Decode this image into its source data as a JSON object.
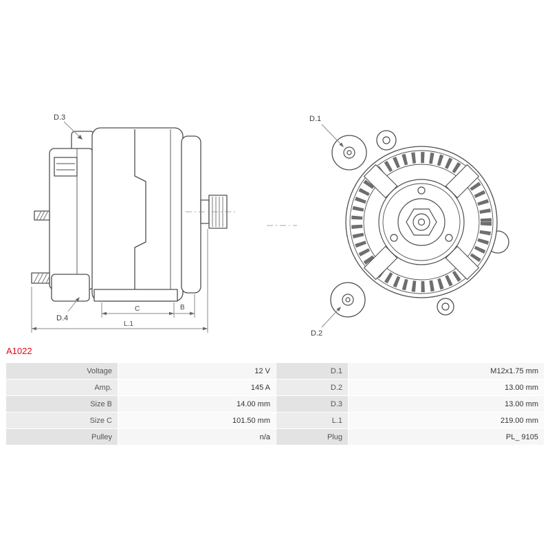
{
  "part_number": "A1022",
  "colors": {
    "accent_red": "#e30613",
    "line_art": "#4d4d4d",
    "dimension_lines": "#8a8a8a",
    "table_label_bg": "#e3e3e3",
    "table_value_bg": "#f6f6f6"
  },
  "diagram": {
    "labels": {
      "d1": "D.1",
      "d2": "D.2",
      "d3": "D.3",
      "d4": "D.4",
      "b": "B",
      "c": "C",
      "l1": "L.1"
    }
  },
  "specs": {
    "rows": [
      {
        "label": "Voltage",
        "value": "12 V",
        "label2": "D.1",
        "value2": "M12x1.75 mm"
      },
      {
        "label": "Amp.",
        "value": "145 A",
        "label2": "D.2",
        "value2": "13.00 mm"
      },
      {
        "label": "Size B",
        "value": "14.00 mm",
        "label2": "D.3",
        "value2": "13.00 mm"
      },
      {
        "label": "Size C",
        "value": "101.50 mm",
        "label2": "L.1",
        "value2": "219.00 mm"
      },
      {
        "label": "Pulley",
        "value": "n/a",
        "label2": "Plug",
        "value2": "PL_ 9105"
      }
    ]
  }
}
